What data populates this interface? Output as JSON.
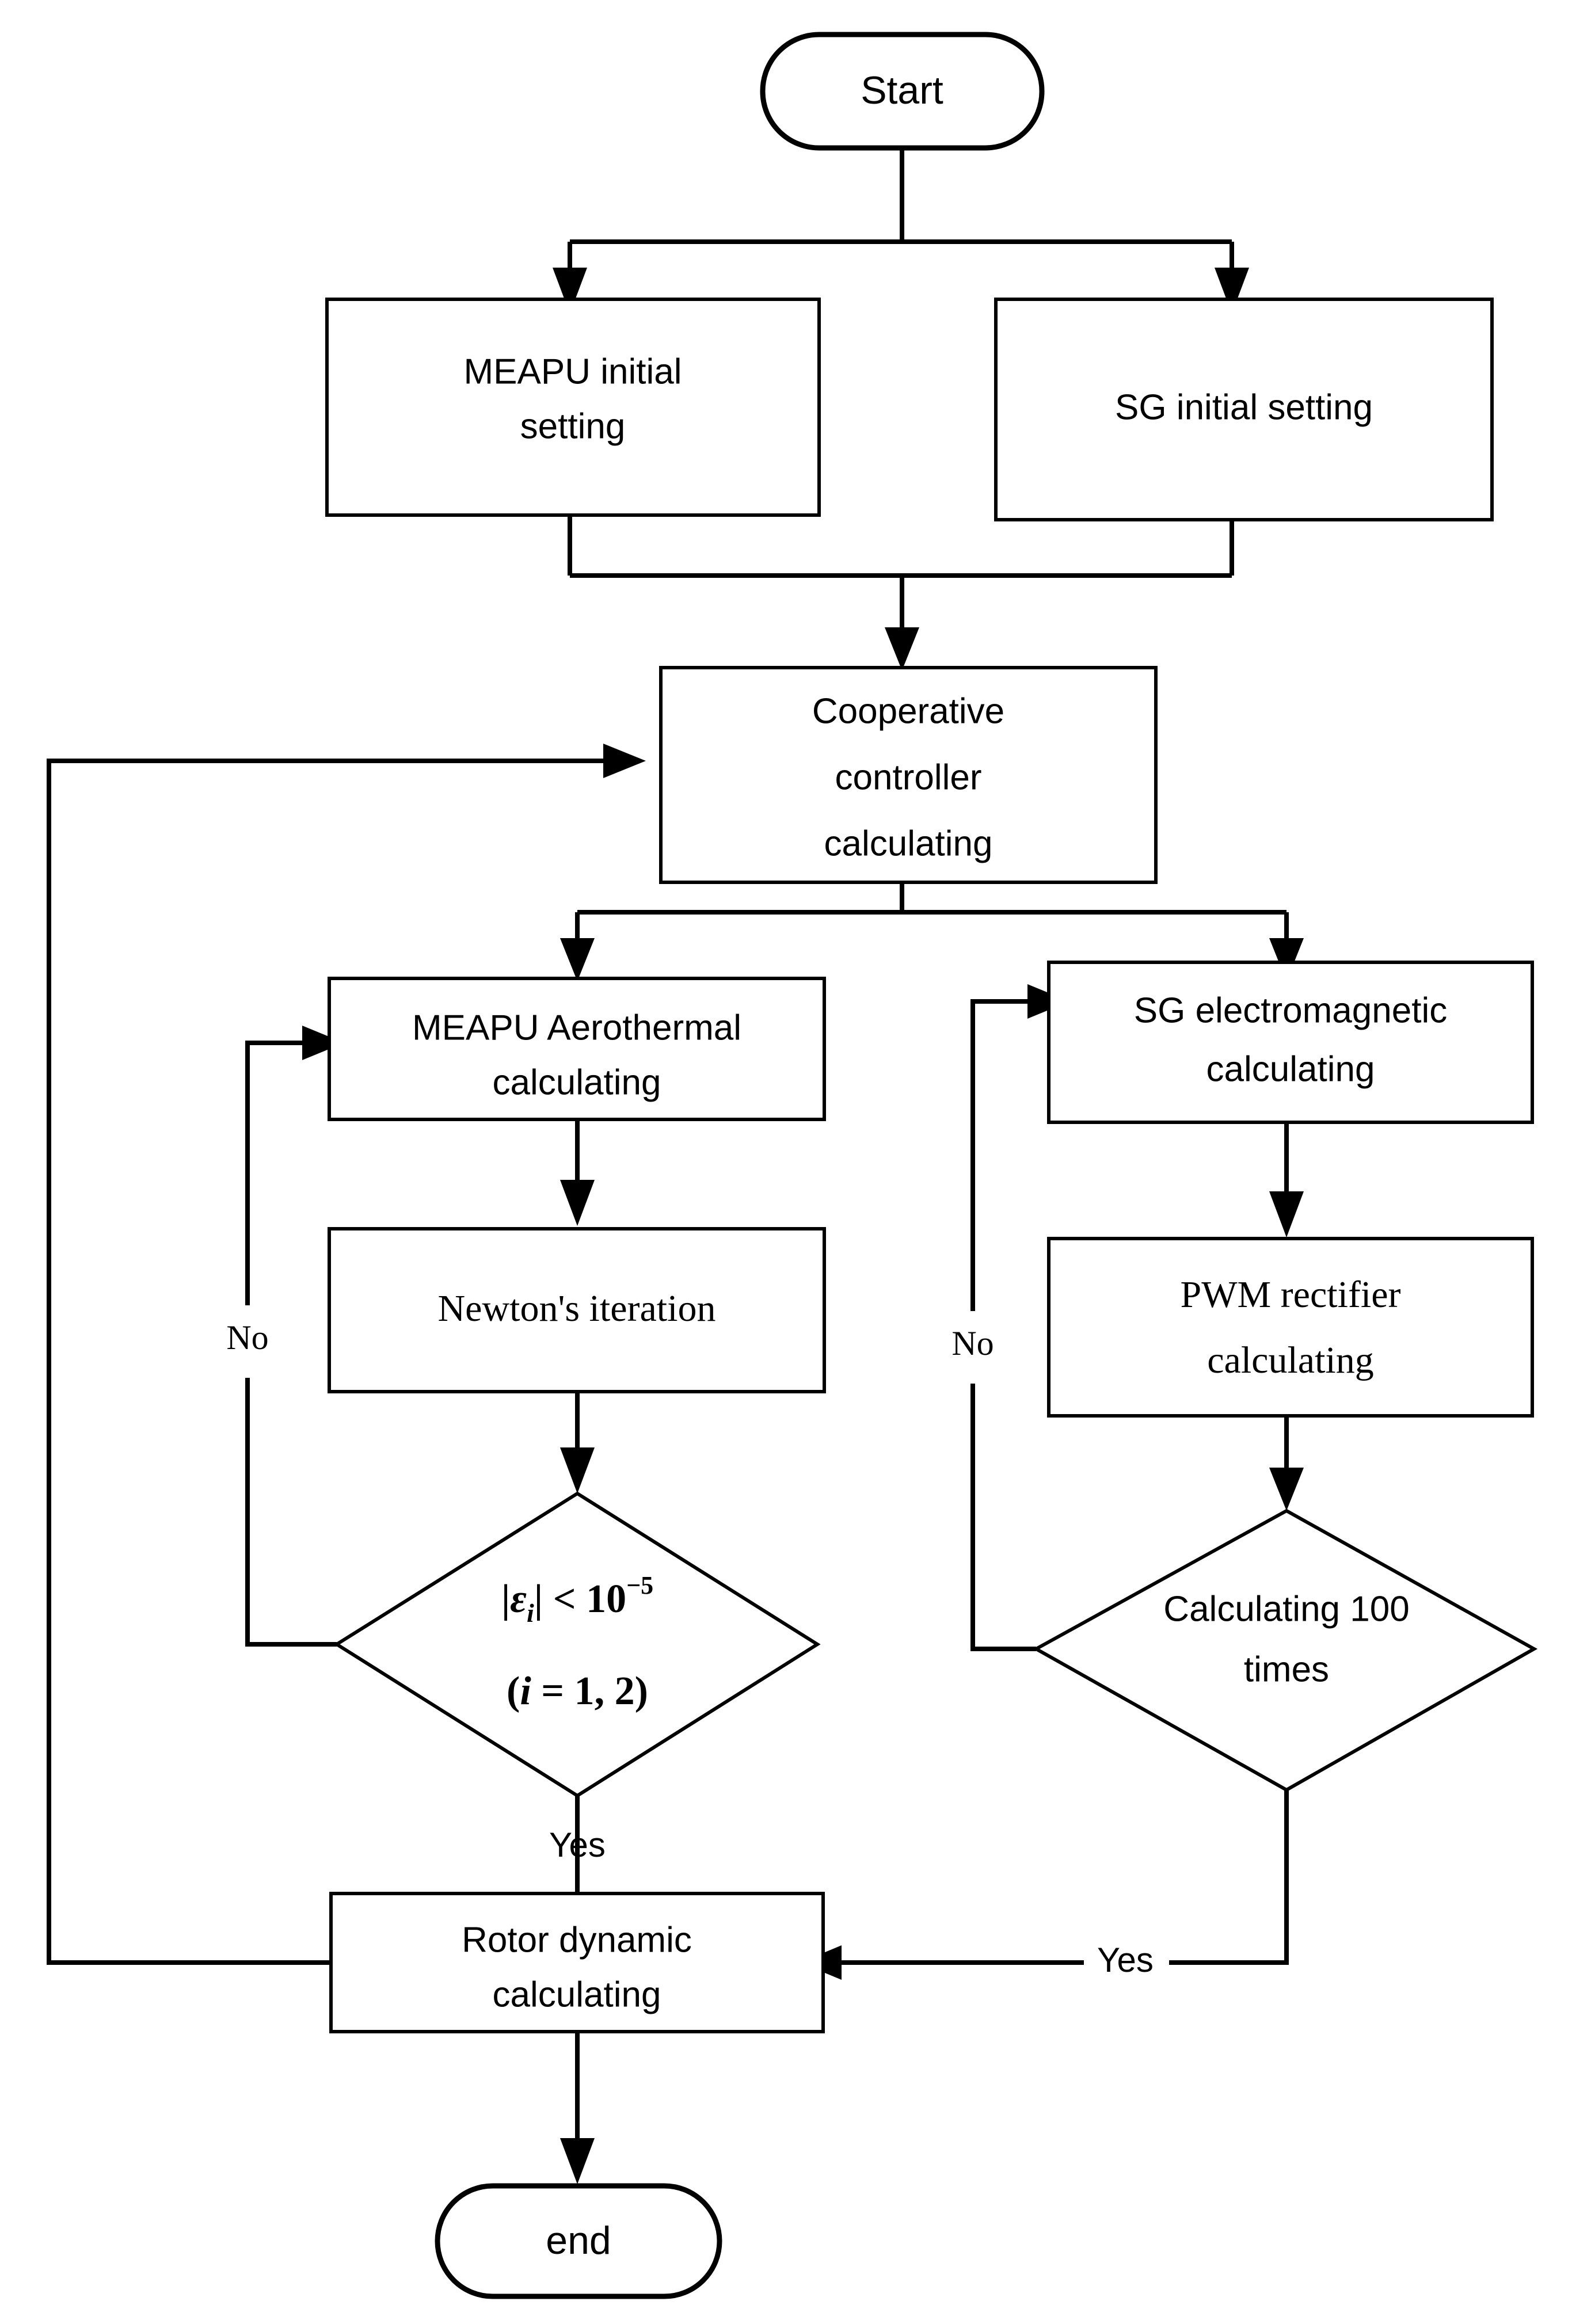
{
  "diagram": {
    "title": "MEAPU and SG cooperative simulation flowchart",
    "background_color": "#ffffff",
    "line_color": "#000000",
    "nodes": {
      "start": {
        "label": "Start",
        "shape": "terminator"
      },
      "meapu_init": {
        "label_line1": "MEAPU initial",
        "label_line2": "setting",
        "shape": "process"
      },
      "sg_init": {
        "label": "SG initial setting",
        "shape": "process"
      },
      "coop_controller": {
        "label_line1": "Cooperative",
        "label_line2": "controller",
        "label_line3": "calculating",
        "shape": "process"
      },
      "meapu_aero": {
        "label_line1": "MEAPU Aerothermal",
        "label_line2": "calculating",
        "shape": "process"
      },
      "newton": {
        "label": "Newton's iteration",
        "shape": "process"
      },
      "sg_em": {
        "label_line1": "SG electromagnetic",
        "label_line2": "calculating",
        "shape": "process"
      },
      "pwm": {
        "label_line1": "PWM rectifier",
        "label_line2": "calculating",
        "shape": "process"
      },
      "epsilon_check": {
        "shape": "decision",
        "formula_line1_parts": {
          "abs_open": "|",
          "eps": "ε",
          "sub_i": "i",
          "abs_close": "|",
          "op": " < 10",
          "exp": "−5"
        },
        "formula_line1_plain": "|εi| < 10⁻⁵",
        "formula_line2_parts": {
          "open": "(",
          "var": "i",
          "eq": " = 1, 2",
          "close": ")"
        },
        "formula_line2_plain": "(i = 1, 2)"
      },
      "count_check": {
        "label_line1": "Calculating 100",
        "label_line2": "times",
        "shape": "decision"
      },
      "rotor": {
        "label_line1": "Rotor dynamic",
        "label_line2": "calculating",
        "shape": "process"
      },
      "end": {
        "label": "end",
        "shape": "terminator"
      }
    },
    "edge_labels": {
      "epsilon_no": "No",
      "epsilon_yes": "Yes",
      "count_no": "No",
      "count_yes": "Yes"
    }
  }
}
